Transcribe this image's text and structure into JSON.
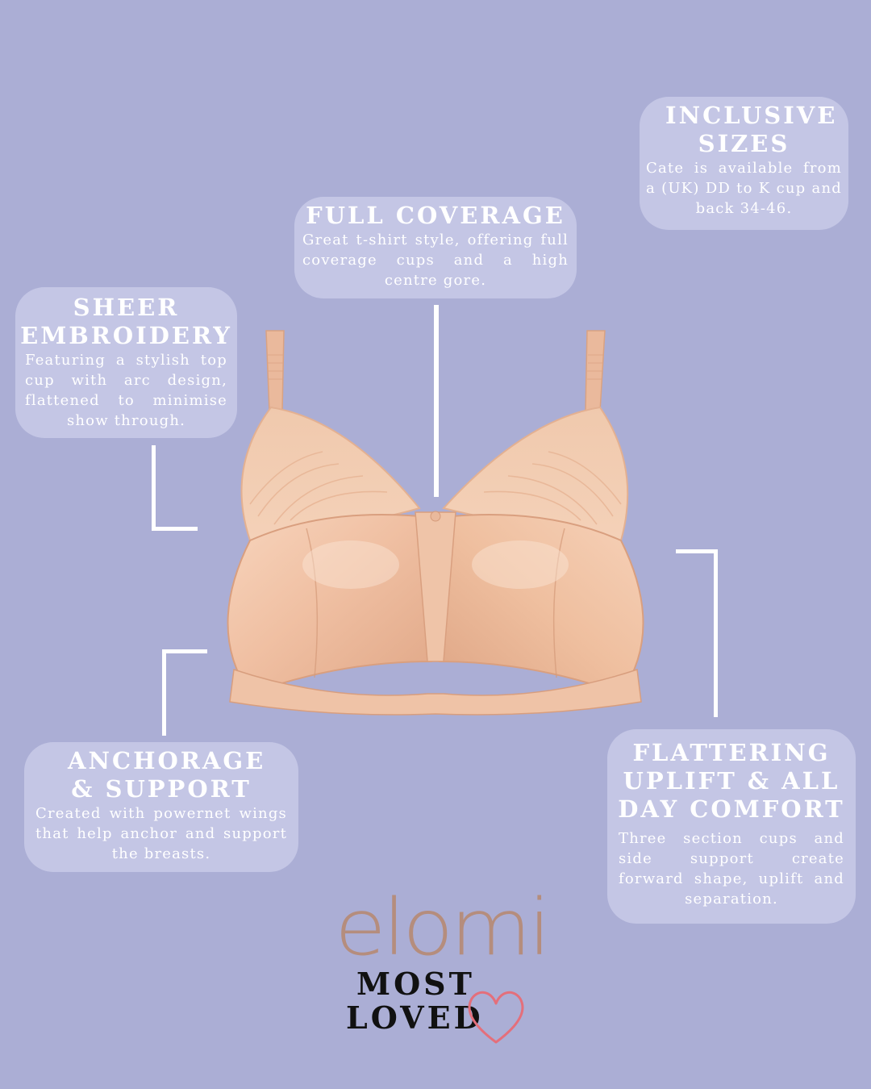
{
  "colors": {
    "background": "#abaed5",
    "card": "#cdd0ec",
    "text": "#ffffff",
    "bra": "#f0c4a8",
    "logo": "#b58d7d",
    "heart": "#e46f7b"
  },
  "features": {
    "inclusive_sizes": {
      "title": "INCLUSIVE SIZES",
      "text": "Cate is available from a (UK) DD to K cup and back 34-46."
    },
    "full_coverage": {
      "title": "FULL COVERAGE",
      "text": "Great t-shirt style, offering full coverage cups and a high centre gore."
    },
    "sheer_embroidery": {
      "title": "SHEER EMBROIDERY",
      "text": "Featuring a stylish top cup with arc design, flattened to minimise show through."
    },
    "anchorage_support": {
      "title": "ANCHORAGE & SUPPORT",
      "text": "Created with powernet wings that help anchor and support the breasts."
    },
    "flattering_uplift": {
      "title": "FLATTERING UPLIFT & ALL DAY COMFORT",
      "text": "Three section cups and side support create forward shape, uplift and separation."
    }
  },
  "brand": {
    "logo": "elomi",
    "tagline_line1": "MOST",
    "tagline_line2": "LOVED",
    "heart_icon": "heart-outline-icon"
  }
}
